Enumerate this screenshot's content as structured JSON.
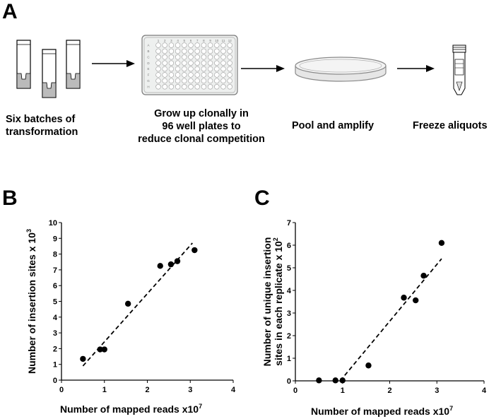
{
  "panel_a": {
    "letter": "A",
    "step1_caption_line1": "Six batches of",
    "step1_caption_line2": "transformation",
    "step2_caption_line1": "Grow up clonally in",
    "step2_caption_line2": "96 well plates to",
    "step2_caption_line3": "reduce clonal competition",
    "step3_caption": "Pool and amplify",
    "step4_caption": "Freeze aliquots",
    "plate_columns": [
      "1",
      "2",
      "3",
      "4",
      "5",
      "6",
      "7",
      "8",
      "9",
      "10",
      "11",
      "12"
    ],
    "plate_rows": [
      "A",
      "B",
      "C",
      "D",
      "E",
      "F",
      "G",
      "H"
    ]
  },
  "chart_data": [
    {
      "panel": "B",
      "type": "scatter",
      "title": "",
      "xlabel": "Number of mapped reads x10",
      "xlabel_exp": "7",
      "ylabel": "Number of insertion sites x 10",
      "ylabel_exp": "3",
      "xlim": [
        0,
        4
      ],
      "ylim": [
        0,
        10
      ],
      "xticks": [
        0,
        1,
        2,
        3,
        4
      ],
      "yticks": [
        0,
        1,
        2,
        3,
        4,
        5,
        6,
        7,
        8,
        9,
        10
      ],
      "points": [
        {
          "x": 0.5,
          "y": 1.35
        },
        {
          "x": 0.9,
          "y": 1.95
        },
        {
          "x": 1.0,
          "y": 1.95
        },
        {
          "x": 1.55,
          "y": 4.85
        },
        {
          "x": 2.3,
          "y": 7.25
        },
        {
          "x": 2.55,
          "y": 7.35
        },
        {
          "x": 2.7,
          "y": 7.55
        },
        {
          "x": 3.1,
          "y": 8.25
        }
      ],
      "trendline": {
        "x1": 0.5,
        "y1": 0.9,
        "x2": 3.05,
        "y2": 8.7
      }
    },
    {
      "panel": "C",
      "type": "scatter",
      "title": "",
      "xlabel": "Number of mapped reads x10",
      "xlabel_exp": "7",
      "ylabel_line1": "Number of unique insertion",
      "ylabel_line2": "sites in each replicate x 10",
      "ylabel_exp": "2",
      "xlim": [
        0,
        4
      ],
      "ylim": [
        0,
        7
      ],
      "xticks": [
        0,
        1,
        2,
        3,
        4
      ],
      "yticks": [
        0,
        1,
        2,
        3,
        4,
        5,
        6,
        7
      ],
      "points": [
        {
          "x": 0.5,
          "y": 0.02
        },
        {
          "x": 0.85,
          "y": 0.02
        },
        {
          "x": 1.0,
          "y": 0.02
        },
        {
          "x": 1.55,
          "y": 0.68
        },
        {
          "x": 2.3,
          "y": 3.68
        },
        {
          "x": 2.55,
          "y": 3.56
        },
        {
          "x": 2.72,
          "y": 4.65
        },
        {
          "x": 3.1,
          "y": 6.1
        }
      ],
      "trendline": {
        "x1": 0.95,
        "y1": 0.0,
        "x2": 3.1,
        "y2": 5.4
      }
    }
  ]
}
